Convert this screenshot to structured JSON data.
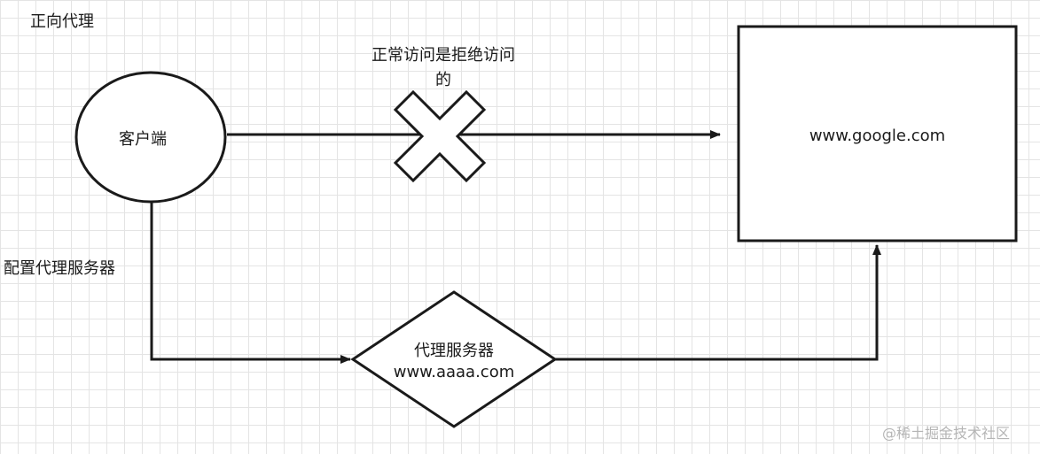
{
  "title": "正向代理",
  "nodes": {
    "client": "客户端",
    "google": "www.google.com",
    "proxy_line1": "代理服务器",
    "proxy_line2": "www.aaaa.com"
  },
  "edges": {
    "blocked_line1": "正常访问是拒绝访问",
    "blocked_line2": "的",
    "configure_proxy": "配置代理服务器"
  },
  "watermark": "@稀土掘金技术社区"
}
